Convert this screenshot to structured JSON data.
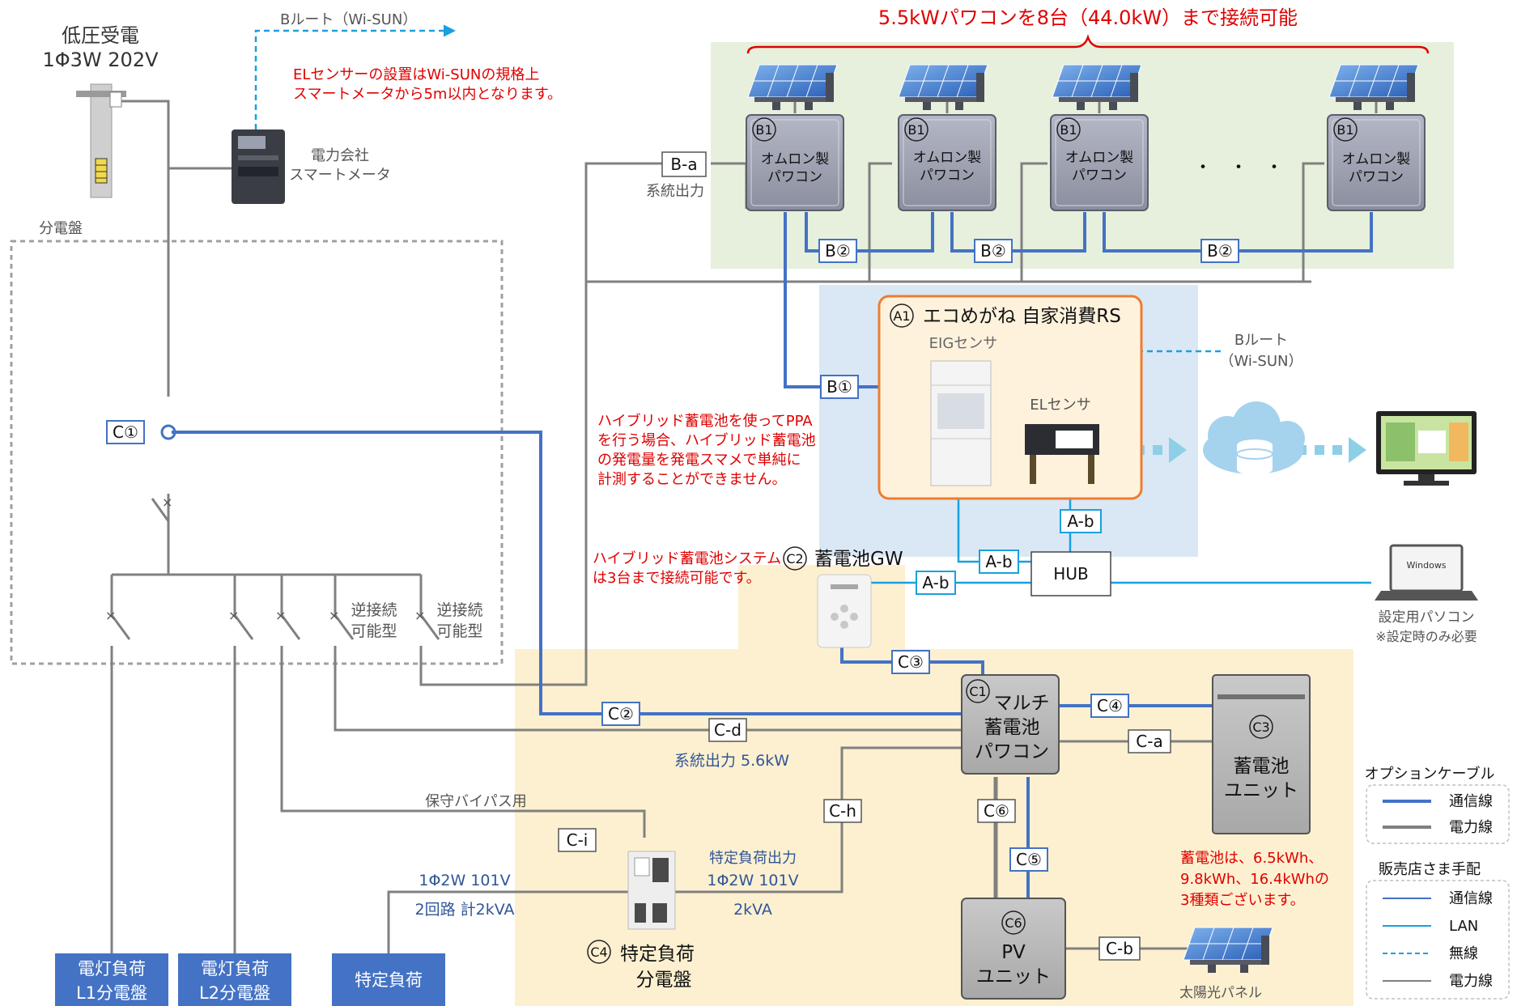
{
  "header": {
    "capacity_note": "5.5kWパワコンを8台（44.0kW）まで接続可能"
  },
  "grid": {
    "title_line1": "低圧受電",
    "title_line2": "1Φ3W 202V",
    "broute_top": "Bルート（Wi-SUN）",
    "el_note_line1": "ELセンサーの設置はWi-SUNの規格上",
    "el_note_line2": "スマートメータから5m以内となります。",
    "meter_line1": "電力会社",
    "meter_line2": "スマートメータ",
    "panel_label": "分電盤",
    "reverse1_line1": "逆接続",
    "reverse1_line2": "可能型",
    "reverse2_line1": "逆接続",
    "reverse2_line2": "可能型"
  },
  "pv_array": {
    "pcs_tag": "B1",
    "pcs_line1": "オムロン製",
    "pcs_line2": "パワコン",
    "dots": "・　・　・",
    "system_output": "系統出力"
  },
  "cable_labels": {
    "ba": "B-a",
    "b2": "B②",
    "b1": "B①",
    "ab": "A-b",
    "c1": "C①",
    "c2": "C②",
    "c3": "C③",
    "c4": "C④",
    "c5": "C⑤",
    "c6": "C⑥",
    "ca": "C-a",
    "cb": "C-b",
    "cd": "C-d",
    "ch": "C-h",
    "ci": "C-i"
  },
  "eco": {
    "tag": "A1",
    "title": "エコめがね 自家消費RS",
    "eig": "EIGセンサ",
    "el": "ELセンサ",
    "broute_line1": "Bルート",
    "broute_line2": "（Wi-SUN）",
    "hub": "HUB"
  },
  "notes": {
    "ppa_line1": "ハイブリッド蓄電池を使ってPPA",
    "ppa_line2": "を行う場合、ハイブリッド蓄電池",
    "ppa_line3": "の発電量を発電スマメで単純に",
    "ppa_line4": "計測することができません。",
    "hybrid_line1": "ハイブリッド蓄電池システム",
    "hybrid_line2": "は3台まで接続可能です。",
    "battery_line1": "蓄電池は、6.5kWh、",
    "battery_line2": "9.8kWh、16.4kWhの",
    "battery_line3": "3種類ございます。"
  },
  "battery_system": {
    "gw_tag": "C2",
    "gw_label": "蓄電池GW",
    "pcs_tag": "C1",
    "pcs_line1": "マルチ",
    "pcs_line2": "蓄電池",
    "pcs_line3": "パワコン",
    "unit_tag": "C3",
    "unit_line1": "蓄電池",
    "unit_line2": "ユニット",
    "pv_tag": "C6",
    "pv_line1": "PV",
    "pv_line2": "ユニット",
    "solar_panel": "太陽光パネル",
    "system_output": "系統出力 5.6kW",
    "bypass": "保守バイパス用",
    "specific_left_line1": "1Φ2W 101V",
    "specific_left_line2": "2回路 計2kVA",
    "specific_out_line1": "特定負荷出力",
    "specific_out_line2": "1Φ2W 101V",
    "specific_out_line3": "2kVA",
    "c4_tag": "C4",
    "c4_line1": "特定負荷",
    "c4_line2": "分電盤"
  },
  "loads": {
    "l1_line1": "電灯負荷",
    "l1_line2": "L1分電盤",
    "l2_line1": "電灯負荷",
    "l2_line2": "L2分電盤",
    "specific": "特定負荷"
  },
  "pc": {
    "windows": "Windows",
    "label_line1": "設定用パソコン",
    "label_line2": "※設定時のみ必要"
  },
  "legend": {
    "option_title": "オプションケーブル",
    "option_comm": "通信線",
    "option_power": "電力線",
    "dealer_title": "販売店さま手配",
    "dealer_comm": "通信線",
    "dealer_lan": "LAN",
    "dealer_wireless": "無線",
    "dealer_power": "電力線"
  },
  "colors": {
    "comm_blue": "#4472c4",
    "lan_cyan": "#1aa0e0",
    "power_gray": "#808080",
    "red_text": "#e00000",
    "blue_text": "#2f5597",
    "green_bg": "#e6f0dc",
    "blue_bg": "#dae8f5",
    "yellow_bg": "#fdf0d0",
    "eco_orange": "#ed7d31"
  }
}
